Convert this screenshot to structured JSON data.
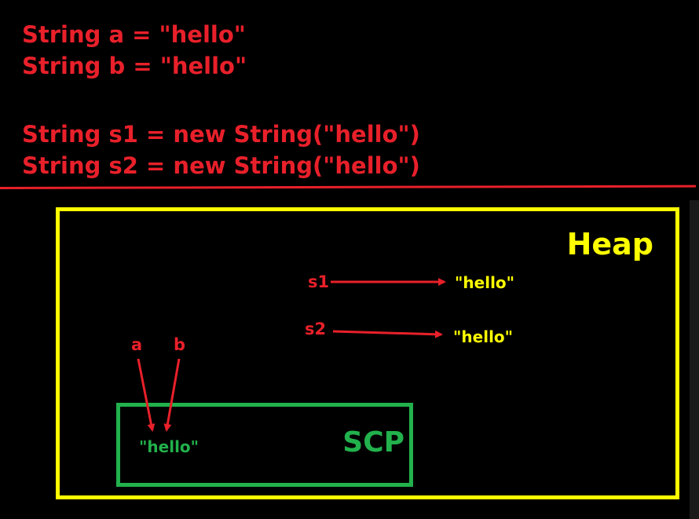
{
  "code": {
    "lines": [
      "String a = \"hello\"",
      "String b = \"hello\"",
      "String s1 = new String(\"hello\")",
      "String s2 = new String(\"hello\")"
    ]
  },
  "diagram": {
    "heap_label": "Heap",
    "scp_label": "SCP",
    "scp_value": "\"hello\"",
    "refs": {
      "a": "a",
      "b": "b",
      "s1": "s1",
      "s2": "s2"
    },
    "heap_objects": [
      "\"hello\"",
      "\"hello\""
    ]
  },
  "colors": {
    "code_text": "#e8202a",
    "heap_border": "#ffff00",
    "scp_border": "#22b14c",
    "arrow": "#e8202a",
    "background": "#000000"
  }
}
